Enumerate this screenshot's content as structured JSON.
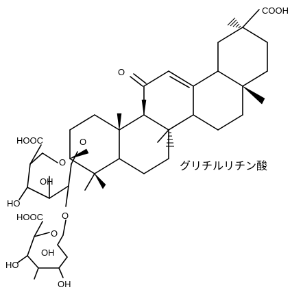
{
  "molecule": {
    "name": "グリチルリチン酸",
    "groups": {
      "cooh_top": "COOH",
      "ketone_o": "O",
      "glycoside_o": "O",
      "ring_o_upper": "O",
      "ring_o_lower": "O",
      "link_o": "O",
      "hooc_upper": "HOOC",
      "hooc_lower": "HOOC",
      "oh_upper_1": "OH",
      "ho_upper": "HO",
      "oh_lower_1": "OH",
      "ho_lower": "HO",
      "oh_lower_2": "OH"
    }
  }
}
